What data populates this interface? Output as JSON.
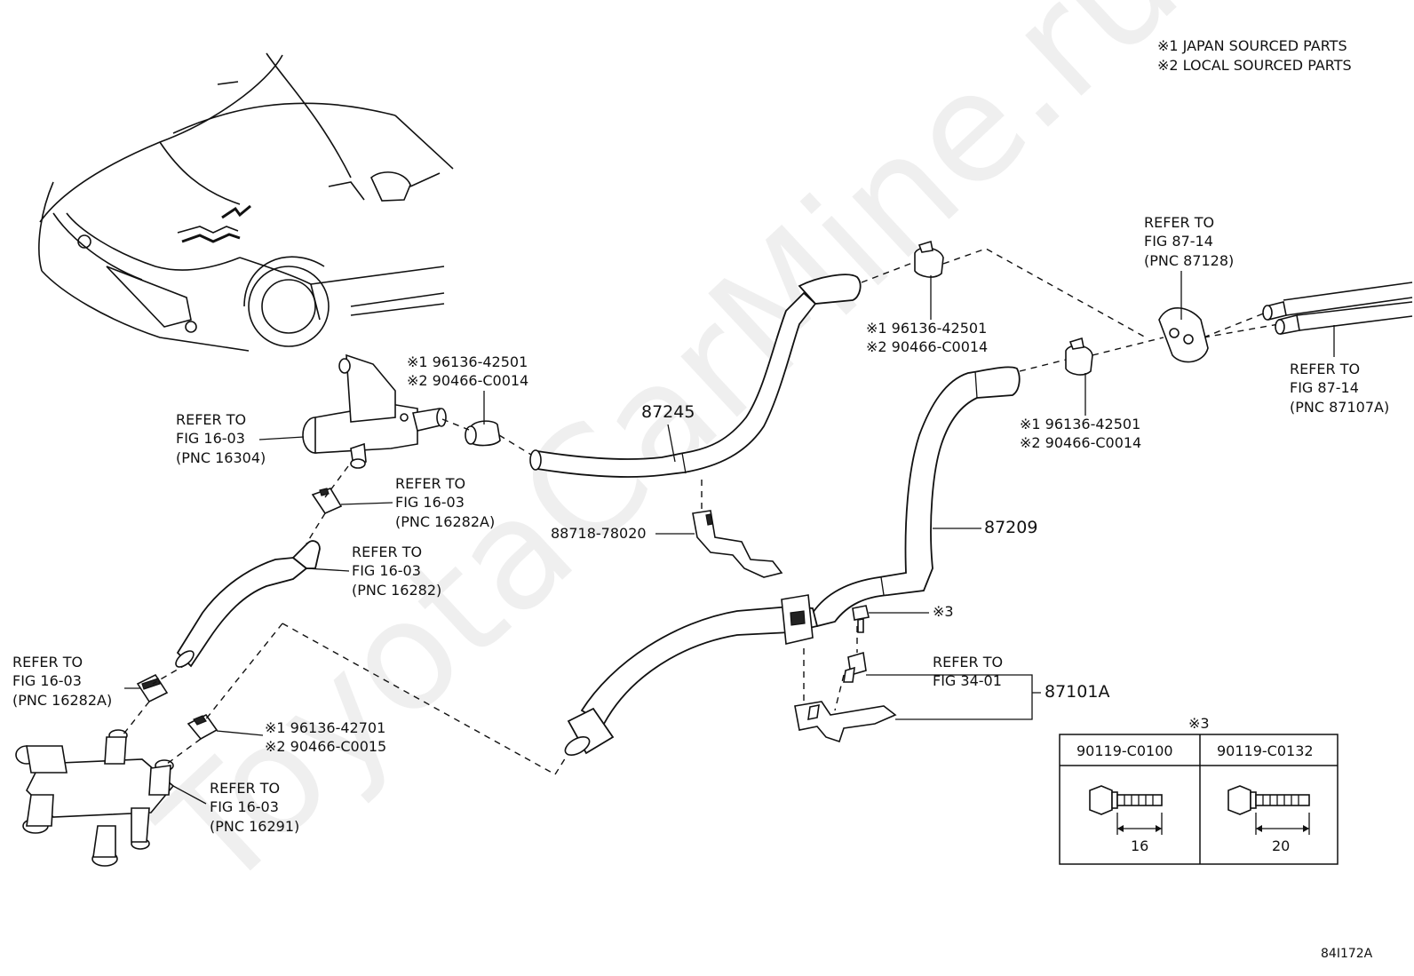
{
  "legend": {
    "line1": "※1 JAPAN SOURCED PARTS",
    "line2": "※2 LOCAL SOURCED PARTS"
  },
  "watermark": "ToyotaCarMine.ru",
  "diagram_code": "84I172A",
  "parts": {
    "p87245": "87245",
    "p87209": "87209",
    "p87101A": "87101A",
    "p88718": "88718-78020",
    "mark3": "※3"
  },
  "refs": {
    "fig16_03_16304": [
      "REFER TO",
      "FIG 16-03",
      "(PNC 16304)"
    ],
    "fig16_03_16282A_top": [
      "REFER TO",
      "FIG 16-03",
      "(PNC 16282A)"
    ],
    "fig16_03_16282": [
      "REFER TO",
      "FIG 16-03",
      "(PNC 16282)"
    ],
    "fig16_03_16282A_left": [
      "REFER TO",
      "FIG 16-03",
      "(PNC 16282A)"
    ],
    "fig16_03_16291": [
      "REFER TO",
      "FIG 16-03",
      "(PNC 16291)"
    ],
    "fig87_14_87128": [
      "REFER TO",
      "FIG 87-14",
      "(PNC 87128)"
    ],
    "fig87_14_87107A": [
      "REFER TO",
      "FIG 87-14",
      "(PNC 87107A)"
    ],
    "fig34_01": [
      "REFER TO",
      "FIG 34-01"
    ]
  },
  "clamps": {
    "clamp_a": [
      "※1 96136-42501",
      "※2 90466-C0014"
    ],
    "clamp_b": [
      "※1 96136-42501",
      "※2 90466-C0014"
    ],
    "clamp_c": [
      "※1 96136-42501",
      "※2 90466-C0014"
    ],
    "clamp_d": [
      "※1 96136-42701",
      "※2 90466-C0015"
    ]
  },
  "bolt_table": {
    "mark": "※3",
    "col1": {
      "part": "90119-C0100",
      "length": "16"
    },
    "col2": {
      "part": "90119-C0132",
      "length": "20"
    }
  }
}
